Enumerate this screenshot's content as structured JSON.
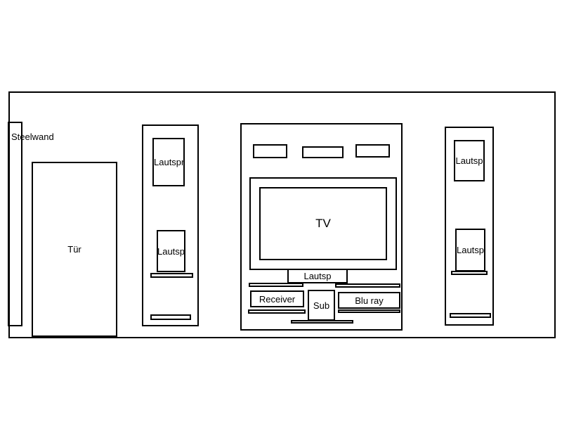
{
  "labels": {
    "steelwand": "Steelwand",
    "door": "Tür",
    "left_speaker_top": "Lautspr",
    "left_speaker_bottom": "Lautsp",
    "tv": "TV",
    "center_speaker": "Lautsp",
    "receiver": "Receiver",
    "sub": "Sub",
    "bluray": "Blu ray",
    "right_speaker_top": "Lautsp",
    "right_speaker_bottom": "Lautsp"
  }
}
